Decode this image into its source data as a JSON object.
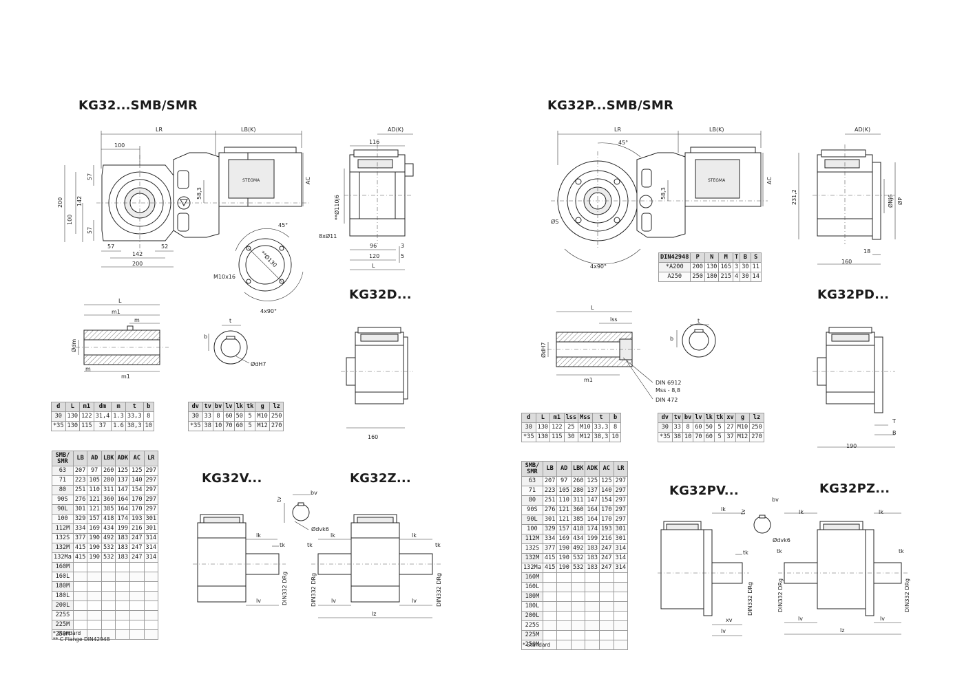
{
  "headings": {
    "left_main": "KG32...SMB/SMR",
    "left_d": "KG32D...",
    "left_v": "KG32V...",
    "left_z": "KG32Z...",
    "right_main": "KG32P...SMB/SMR",
    "right_pd": "KG32PD...",
    "right_pv": "KG32PV...",
    "right_pz": "KG32PZ..."
  },
  "left_labels": {
    "LR": "LR",
    "LBK": "LB(K)",
    "ADK": "AD(K)",
    "AC": "AC",
    "d100": "100",
    "d200v": "200",
    "d142v": "142",
    "d100v": "100",
    "d57a": "57",
    "d57b": "57",
    "d57c": "57",
    "d52": "52",
    "d142": "142",
    "d200": "200",
    "d58_3": "58,3",
    "d116": "116",
    "d110j6": "**Ø110j6",
    "d8x11": "8xØ11",
    "d96": "96",
    "d3": "3",
    "d120": "120",
    "d5": "5",
    "L": "L",
    "d45": "45°",
    "d130": "**Ø130",
    "m10x16": "M10x16",
    "d4x90": "4x90°",
    "shaft_L": "L",
    "shaft_m1": "m1",
    "shaft_m": "m",
    "shaft_dm": "Ødm",
    "shaft_m_b": "m",
    "shaft_m1_b": "m1",
    "hub_t": "t",
    "hub_b": "b",
    "hub_dH7": "ØdH7",
    "d_160": "160",
    "v_lk": "lk",
    "v_tk": "tk",
    "v_lv": "lv",
    "v_din": "DIN332 DRg",
    "v_tv": "tv",
    "v_bv": "bv",
    "v_dvk6": "Ødvk6",
    "z_lk1": "lk",
    "z_lk2": "lk",
    "z_tk1": "tk",
    "z_tk2": "tk",
    "z_lv1": "lv",
    "z_lv2": "lv",
    "z_lz": "lz",
    "z_din1": "DIN332 DRg",
    "z_din2": "DIN332 DRg"
  },
  "right_labels": {
    "LR": "LR",
    "LBK": "LB(K)",
    "ADK": "AD(K)",
    "AC": "AC",
    "d45": "45°",
    "d58_3": "58,3",
    "S": "ØS",
    "d4x90": "4x90°",
    "d231_2": "231,2",
    "Nj6": "ØNj6",
    "P": "ØP",
    "d18": "18",
    "d160": "160",
    "shaft_L": "L",
    "shaft_lss": "lss",
    "shaft_dH7": "ØdH7",
    "shaft_m1": "m1",
    "din6912": "DIN 6912",
    "mss": "Mss - 8,8",
    "din472": "DIN 472",
    "hub_t": "t",
    "hub_b": "b",
    "pd_T": "T",
    "pd_B": "B",
    "pd_190": "190",
    "pv_lk": "lk",
    "pv_tk": "tk",
    "pv_xv": "xv",
    "pv_lv": "lv",
    "pv_din": "DIN332 DRg",
    "pv_tv": "tv",
    "pv_bv": "bv",
    "pv_dvk6": "Ødvk6",
    "pz_lk1": "lk",
    "pz_lk2": "lk",
    "pz_tk1": "tk",
    "pz_tk2": "tk",
    "pz_lv1": "lv",
    "pz_lv2": "lv",
    "pz_lz": "lz",
    "pz_din1": "DIN332 DRg",
    "pz_din2": "DIN332 DRg"
  },
  "tables": {
    "left_shaft": {
      "headers": [
        "d",
        "L",
        "m1",
        "dm",
        "m",
        "t",
        "b"
      ],
      "rows": [
        [
          "30",
          "130",
          "122",
          "31,4",
          "1.3",
          "33,3",
          "8"
        ],
        [
          "*35",
          "130",
          "115",
          "37",
          "1.6",
          "38,3",
          "10"
        ]
      ]
    },
    "left_v": {
      "headers": [
        "dv",
        "tv",
        "bv",
        "lv",
        "lk",
        "tk",
        "g",
        "lz"
      ],
      "rows": [
        [
          "30",
          "33",
          "8",
          "60",
          "50",
          "5",
          "M10",
          "250"
        ],
        [
          "*35",
          "38",
          "10",
          "70",
          "60",
          "5",
          "M12",
          "270"
        ]
      ]
    },
    "right_flange": {
      "headers": [
        "DIN42948",
        "P",
        "N",
        "M",
        "T",
        "B",
        "S"
      ],
      "rows": [
        [
          "*A200",
          "200",
          "130",
          "165",
          "3",
          "30",
          "11"
        ],
        [
          "A250",
          "250",
          "180",
          "215",
          "4",
          "30",
          "14"
        ]
      ]
    },
    "right_shaft": {
      "headers": [
        "d",
        "L",
        "m1",
        "lss",
        "Mss",
        "t",
        "b"
      ],
      "rows": [
        [
          "30",
          "130",
          "122",
          "25",
          "M10",
          "33,3",
          "8"
        ],
        [
          "*35",
          "130",
          "115",
          "30",
          "M12",
          "38,3",
          "10"
        ]
      ]
    },
    "right_v": {
      "headers": [
        "dv",
        "tv",
        "bv",
        "lv",
        "lk",
        "tk",
        "xv",
        "g",
        "lz"
      ],
      "rows": [
        [
          "30",
          "33",
          "8",
          "60",
          "50",
          "5",
          "27",
          "M10",
          "250"
        ],
        [
          "*35",
          "38",
          "10",
          "70",
          "60",
          "5",
          "37",
          "M12",
          "270"
        ]
      ]
    },
    "motor_header": [
      "SMB/\nSMR",
      "LB",
      "AD",
      "LBK",
      "ADK",
      "AC",
      "LR"
    ],
    "motor_rows": [
      [
        "63",
        "207",
        "97",
        "260",
        "125",
        "125",
        "297"
      ],
      [
        "71",
        "223",
        "105",
        "280",
        "137",
        "140",
        "297"
      ],
      [
        "80",
        "251",
        "110",
        "311",
        "147",
        "154",
        "297"
      ],
      [
        "90S",
        "276",
        "121",
        "360",
        "164",
        "170",
        "297"
      ],
      [
        "90L",
        "301",
        "121",
        "385",
        "164",
        "170",
        "297"
      ],
      [
        "100",
        "329",
        "157",
        "418",
        "174",
        "193",
        "301"
      ],
      [
        "112M",
        "334",
        "169",
        "434",
        "199",
        "216",
        "301"
      ],
      [
        "132S",
        "377",
        "190",
        "492",
        "183",
        "247",
        "314"
      ],
      [
        "132M",
        "415",
        "190",
        "532",
        "183",
        "247",
        "314"
      ],
      [
        "132Ma",
        "415",
        "190",
        "532",
        "183",
        "247",
        "314"
      ],
      [
        "160M",
        "",
        "",
        "",
        "",
        "",
        ""
      ],
      [
        "160L",
        "",
        "",
        "",
        "",
        "",
        ""
      ],
      [
        "180M",
        "",
        "",
        "",
        "",
        "",
        ""
      ],
      [
        "180L",
        "",
        "",
        "",
        "",
        "",
        ""
      ],
      [
        "200L",
        "",
        "",
        "",
        "",
        "",
        ""
      ],
      [
        "225S",
        "",
        "",
        "",
        "",
        "",
        ""
      ],
      [
        "225M",
        "",
        "",
        "",
        "",
        "",
        ""
      ],
      [
        "250M",
        "",
        "",
        "",
        "",
        "",
        ""
      ]
    ]
  },
  "notes": {
    "left": "* Standard\n** C Flange DIN42948",
    "right": "* Standard"
  }
}
